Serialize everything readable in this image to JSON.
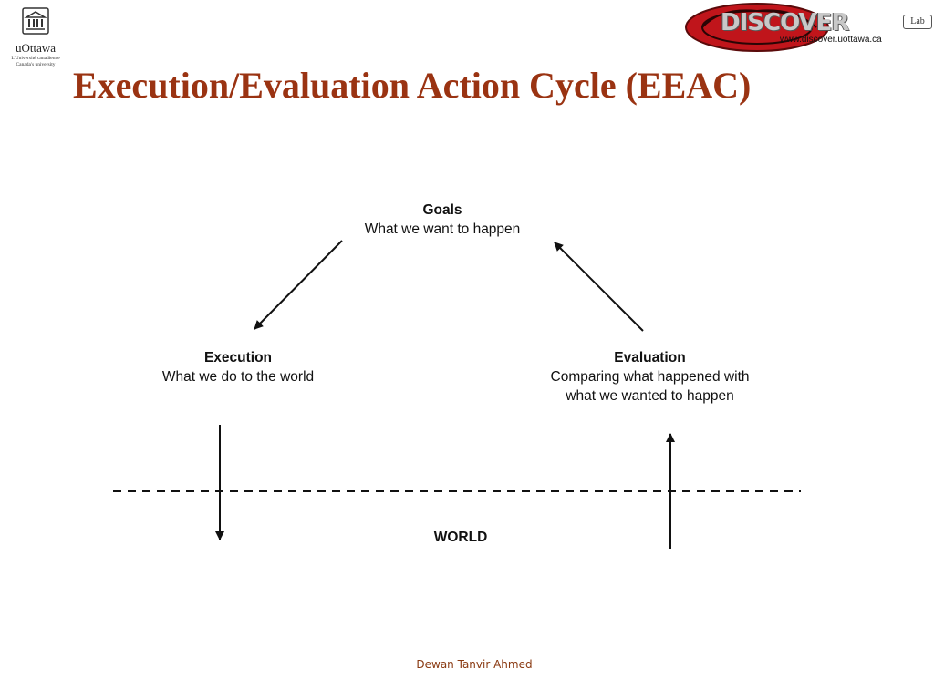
{
  "header": {
    "university_logo": {
      "name": "uOttawa",
      "tagline_fr": "L'Université canadienne",
      "tagline_en": "Canada's university"
    },
    "lab_logo": {
      "word": "DISCOVER",
      "badge": "Lab",
      "url": "www.discover.uottawa.ca",
      "brand_color": "#c0151b"
    }
  },
  "slide": {
    "title": "Execution/Evaluation Action Cycle (EEAC)",
    "title_color": "#9a3312"
  },
  "diagram": {
    "goals": {
      "heading": "Goals",
      "text": "What we want to happen"
    },
    "execution": {
      "heading": "Execution",
      "text": "What we do to the world"
    },
    "evaluation": {
      "heading": "Evaluation",
      "line1": "Comparing what happened with",
      "line2": "what we wanted to happen"
    },
    "world": "WORLD"
  },
  "footer": {
    "author": "Dewan Tanvir Ahmed"
  }
}
